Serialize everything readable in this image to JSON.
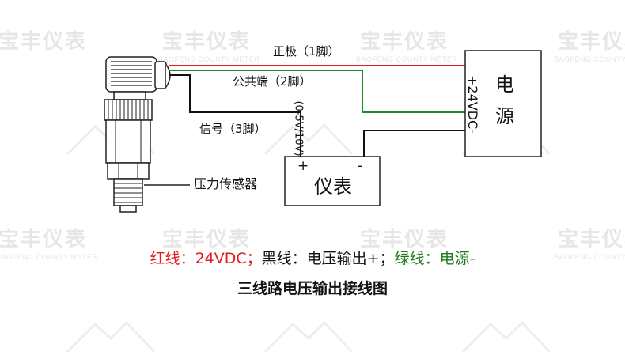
{
  "watermark": {
    "brand": "宝丰仪表",
    "sub": "BAOFENG COUNTY METER"
  },
  "diagram": {
    "wire_labels": {
      "positive": "正极（1脚）",
      "common": "公共端（2脚）",
      "signal": "信号（3脚）",
      "range": "(0-5V/10V)"
    },
    "sensor_label": "压力传感器",
    "power_box": {
      "title_line1": "电",
      "title_line2": "源",
      "voltage": "+24VDC-"
    },
    "meter_box": {
      "title": "仪表",
      "plus": "+",
      "minus": "-"
    },
    "colors": {
      "red_wire": "#e01b1b",
      "green_wire": "#1f8a1f",
      "black_wire": "#111111"
    }
  },
  "legend": {
    "red_part": "红线：24VDC；",
    "black_part": "黑线：电压输出+；",
    "green_part": "绿线：电源-"
  },
  "caption": "三线路电压输出接线图"
}
